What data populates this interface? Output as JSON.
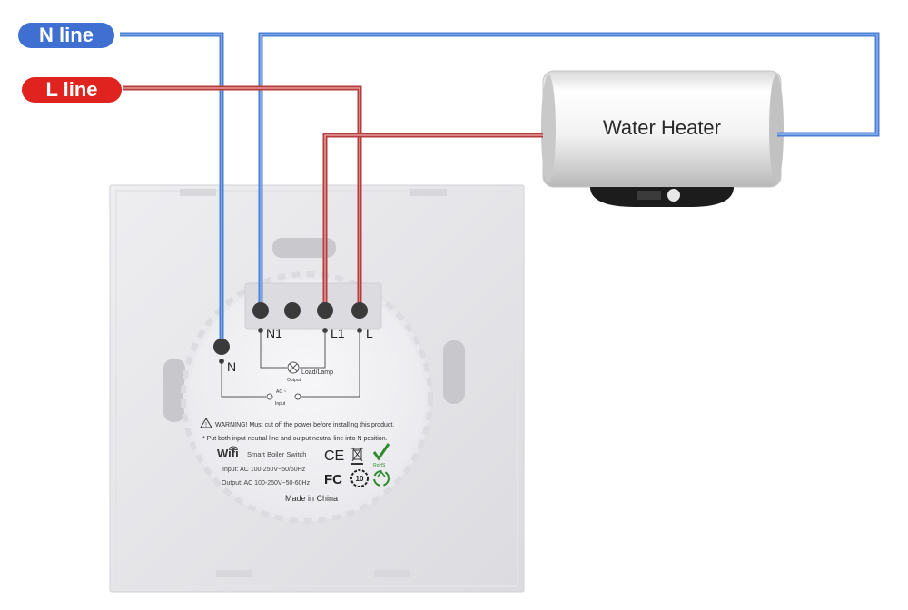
{
  "labels": {
    "n_line": "N line",
    "l_line": "L line",
    "appliance": "Water Heater"
  },
  "terminals": {
    "n1": "N1",
    "l1": "L1",
    "l": "L",
    "n": "N"
  },
  "schematic": {
    "load": "Load/Lamp",
    "output": "Output",
    "ac": "AC ~",
    "input": "Input"
  },
  "back_label": {
    "warning": "WARNING! Must cut off the power before installing this product.",
    "note": "* Put both input neutral line and output neutral line into N position.",
    "brand": "Wifi",
    "product": "Smart Boiler Switch",
    "input_rating": "Input: AC 100-250V~50/60Hz",
    "output_rating": "Output: AC 100-250V~50-60Hz",
    "origin": "Made in China",
    "marks": {
      "ce": "CE",
      "fc": "FC",
      "rohs": "RoHS",
      "ten": "10"
    }
  },
  "colors": {
    "n_wire": "#4a7fd6",
    "l_wire": "#b63d3d",
    "n_pill": "#3f6fd0",
    "l_pill": "#e0231f",
    "plate": "#e6e6ea",
    "terminal": "#3a3a3a"
  },
  "icons": [
    "warning-icon",
    "wifi-icon",
    "ce-mark-icon",
    "weee-bin-icon",
    "rohs-check-icon",
    "fcc-mark-icon",
    "ten-year-icon",
    "recycle-icon",
    "lamp-symbol-icon"
  ]
}
